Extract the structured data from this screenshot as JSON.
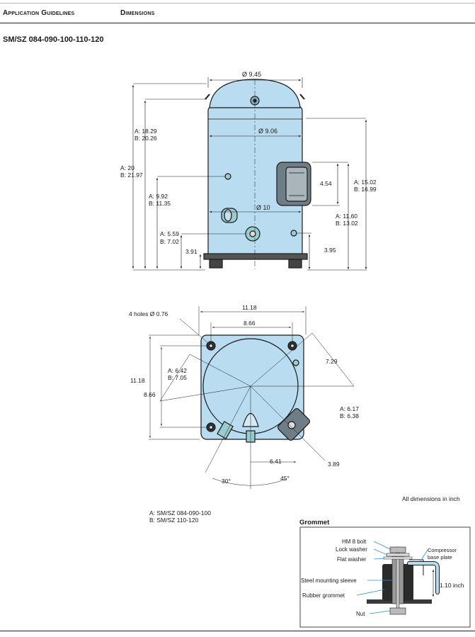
{
  "header": {
    "section": "Application Guidelines",
    "subsection": "Dimensions"
  },
  "title": "SM/SZ 084-090-100-110-120",
  "side_view": {
    "dia_top": "Ø 9.45",
    "dia_body": "Ø 9.06",
    "dia_mid": "Ø 10",
    "h_total_a": "A: 20",
    "h_total_b": "B: 21.97",
    "h_top_a": "A: 18.29",
    "h_top_b": "B: 20.26",
    "h_suction_a": "A: 9.92",
    "h_suction_b": "B: 11.35",
    "h_discharge_a": "A: 5.59",
    "h_discharge_b": "B: 7.02",
    "h_base_left": "3.91",
    "h_box_height": "4.54",
    "h_right_a": "A: 15.02",
    "h_right_b": "B: 16.99",
    "h_box_a": "A: 11.60",
    "h_box_b": "B: 13.02",
    "h_base_right": "3.95"
  },
  "top_view": {
    "holes": "4 holes Ø 0.76",
    "width_outer": "11.18",
    "width_inner": "8.66",
    "height_outer": "11.18",
    "height_inner": "8.66",
    "radius_left_a": "A: 6.42",
    "radius_left_b": "B: 7.05",
    "diag": "7.29",
    "radius_right_a": "A: 6.17",
    "radius_right_b": "B: 6.38",
    "offset_bottom": "6.41",
    "offset_right": "3.89",
    "angle_left": "30°",
    "angle_right": "45°"
  },
  "note_units": "All dimensions in inch",
  "legend": {
    "a": "A: SM/SZ 084-090-100",
    "b": "B: SM/SZ 110-120"
  },
  "grommet": {
    "title": "Grommet",
    "bolt": "HM 8 bolt",
    "lock_washer": "Lock washer",
    "flat_washer": "Flat washer",
    "sleeve": "Steel mounting sleeve",
    "rubber": "Rubber grommet",
    "nut": "Nut",
    "base_plate_1": "Compressor",
    "base_plate_2": "base plate",
    "height": "1.10 inch"
  },
  "colors": {
    "body_fill": "#b9dcf0",
    "body_stroke": "#1a1a1a",
    "label_link": "#2f8fd0"
  }
}
